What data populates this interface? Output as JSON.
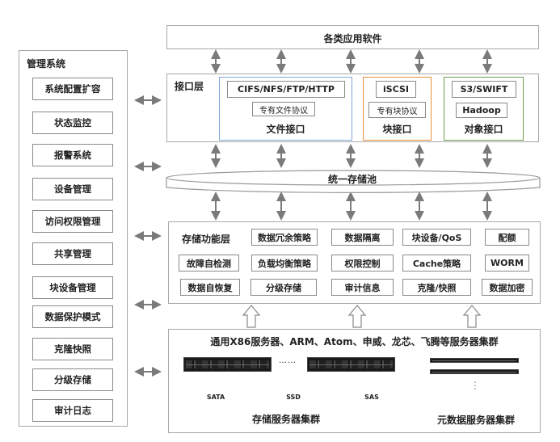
{
  "top": {
    "apps_label": "各类应用软件"
  },
  "management": {
    "title": "管理系统",
    "items": [
      "系统配置扩容",
      "状态监控",
      "报警系统",
      "设备管理",
      "访问权限管理",
      "共享管理",
      "块设备管理",
      "数据保护模式",
      "克隆快照",
      "分级存储",
      "审计日志"
    ]
  },
  "interface_layer": {
    "title": "接口层",
    "file": {
      "proto": "CIFS/NFS/FTP/HTTP",
      "private": "专有文件协议",
      "label": "文件接口",
      "color": "#7ea6d8"
    },
    "block": {
      "proto": "iSCSI",
      "private": "专有块协议",
      "label": "块接口",
      "color": "#e8913a"
    },
    "object": {
      "proto": "S3/SWIFT",
      "private": "Hadoop",
      "label": "对象接口",
      "color": "#6b9a4f"
    }
  },
  "pool": {
    "label": "统一存储池"
  },
  "function_layer": {
    "title": "存储功能层",
    "rows": [
      [
        "数据冗余策略",
        "数据隔离",
        "块设备/QoS",
        "配额"
      ],
      [
        "故障自检测",
        "负载均衡策略",
        "权限控制",
        "Cache策略",
        "WORM"
      ],
      [
        "数据自恢复",
        "分级存储",
        "审计信息",
        "克隆/快照",
        "数据加密"
      ]
    ]
  },
  "hardware": {
    "title": "通用X86服务器、ARM、Atom、申威、龙芯、飞腾等服务器集群",
    "ellipsis": "……",
    "disks": [
      "SATA",
      "SSD",
      "SAS"
    ],
    "storage_cluster_label": "存储服务器集群",
    "metadata_vdots": "⋮",
    "metadata_cluster_label": "元数据服务器集群"
  }
}
